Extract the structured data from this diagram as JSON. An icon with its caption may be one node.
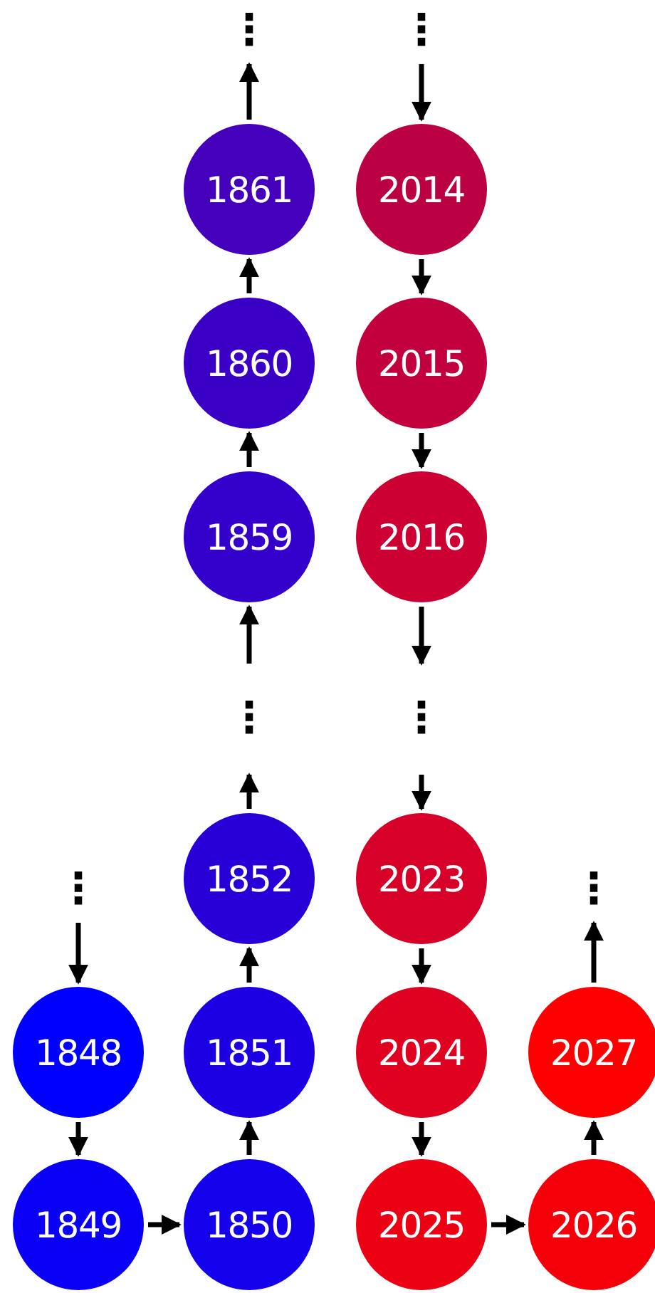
{
  "diagram": {
    "nodes": [
      {
        "text": [
          "⋮"
        ]
      },
      {
        "text": [
          "⋮"
        ]
      },
      {
        "text": [
          "1861"
        ]
      },
      {
        "text": [
          "2014"
        ]
      },
      {
        "text": [
          "1860"
        ]
      },
      {
        "text": [
          "2015"
        ]
      },
      {
        "text": [
          "1859"
        ]
      },
      {
        "text": [
          "2016"
        ]
      },
      {
        "text": [
          "⋮"
        ]
      },
      {
        "text": [
          "⋮"
        ]
      },
      {
        "text": [
          "1852"
        ]
      },
      {
        "text": [
          "2023"
        ]
      },
      {
        "text": [
          "⋮"
        ]
      },
      {
        "text": [
          "⋮"
        ]
      },
      {
        "text": [
          "1848"
        ]
      },
      {
        "text": [
          "1851"
        ]
      },
      {
        "text": [
          "2024"
        ]
      },
      {
        "text": [
          "2027"
        ]
      },
      {
        "text": [
          "1849"
        ]
      },
      {
        "text": [
          "1850"
        ]
      },
      {
        "text": [
          "2025"
        ]
      },
      {
        "text": [
          "2026"
        ]
      }
    ],
    "edges": [
      {
        "from": 2,
        "to": 0,
        "arrow": "to"
      },
      {
        "from": 1,
        "to": 3,
        "arrow": "to"
      },
      {
        "from": 4,
        "to": 2,
        "arrow": "to"
      },
      {
        "from": 3,
        "to": 5,
        "arrow": "to"
      },
      {
        "from": 6,
        "to": 4,
        "arrow": "to"
      },
      {
        "from": 5,
        "to": 7,
        "arrow": "to"
      },
      {
        "from": 8,
        "to": 6,
        "arrow": "to"
      },
      {
        "from": 7,
        "to": 9,
        "arrow": "to"
      },
      {
        "from": 10,
        "to": 8,
        "arrow": "to"
      },
      {
        "from": 9,
        "to": 11,
        "arrow": "to"
      },
      {
        "from": 15,
        "to": 10,
        "arrow": "to"
      },
      {
        "from": 11,
        "to": 16,
        "arrow": "to"
      },
      {
        "from": 12,
        "to": 14,
        "arrow": "to"
      },
      {
        "from": 14,
        "to": 18,
        "arrow": "to"
      },
      {
        "from": 18,
        "to": 19,
        "arrow": "to"
      },
      {
        "from": 19,
        "to": 15,
        "arrow": "to"
      },
      {
        "from": 16,
        "to": 20,
        "arrow": "to"
      },
      {
        "from": 20,
        "to": 21,
        "arrow": "to"
      },
      {
        "from": 21,
        "to": 17,
        "arrow": "to"
      },
      {
        "from": 17,
        "to": 13,
        "arrow": "to"
      }
    ]
  }
}
